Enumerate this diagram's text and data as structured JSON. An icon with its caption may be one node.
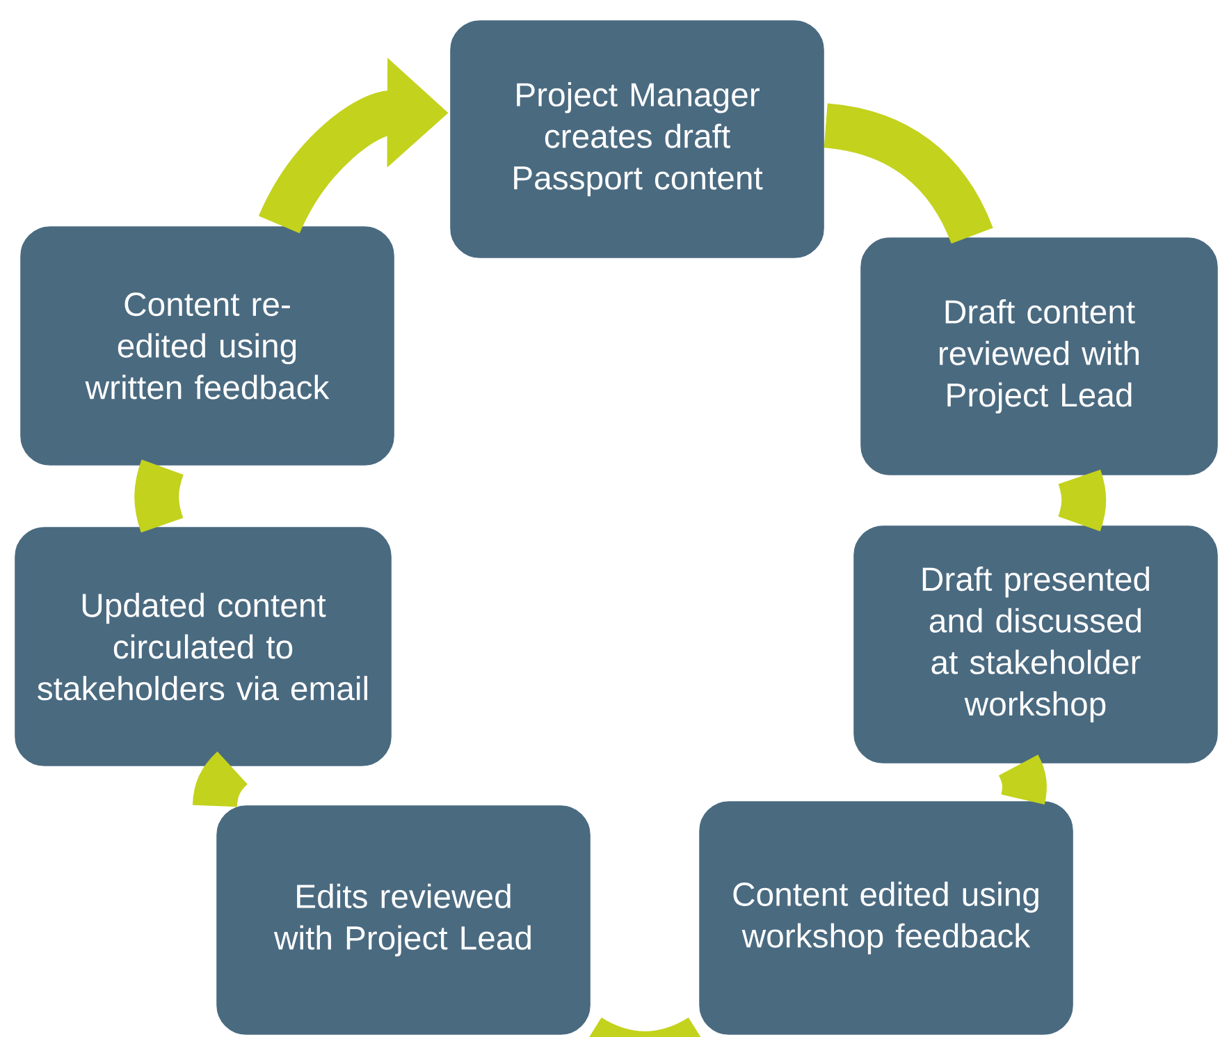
{
  "diagram": {
    "nodes": [
      {
        "text": [
          "Project Manager creates draft Passport content"
        ]
      },
      {
        "text": [
          "Draft content reviewed with Project Lead"
        ]
      },
      {
        "text": [
          "Draft presented and discussed at stakeholder workshop"
        ]
      },
      {
        "text": [
          "Content edited using workshop feedback"
        ]
      },
      {
        "text": [
          "Edits reviewed with Project Lead"
        ]
      },
      {
        "text": [
          "Updated content circulated to stakeholders via email"
        ]
      },
      {
        "text": [
          "Content re-edited using written feedback"
        ]
      }
    ],
    "edges": [
      {
        "from": 0,
        "to": 1,
        "arrow": "none"
      },
      {
        "from": 1,
        "to": 2,
        "arrow": "none"
      },
      {
        "from": 2,
        "to": 3,
        "arrow": "none"
      },
      {
        "from": 3,
        "to": 4,
        "arrow": "none"
      },
      {
        "from": 4,
        "to": 5,
        "arrow": "none"
      },
      {
        "from": 5,
        "to": 6,
        "arrow": "none"
      },
      {
        "from": 6,
        "to": 0,
        "arrow": "to"
      }
    ]
  }
}
